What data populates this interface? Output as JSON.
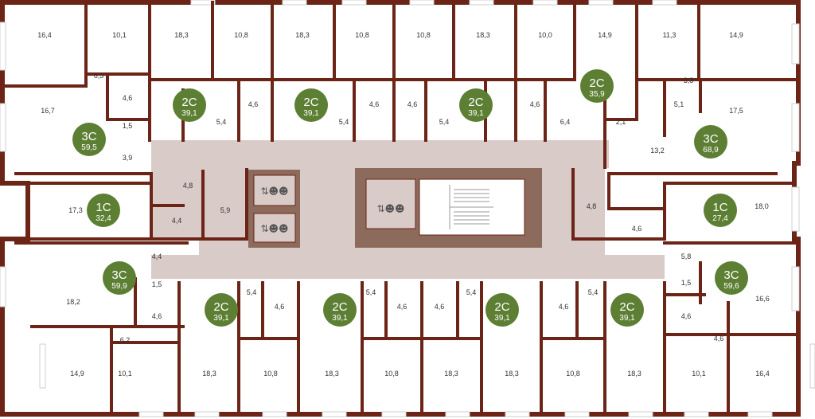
{
  "colors": {
    "wall": "#6b2416",
    "corridor": "#d9cbc8",
    "core": "#8c6a5c",
    "badge": "#5d7f34",
    "window": "#cfcfcf",
    "background": "#ffffff"
  },
  "apartments": [
    {
      "type": "3С",
      "area": "59,5"
    },
    {
      "type": "2С",
      "area": "39,1"
    },
    {
      "type": "2С",
      "area": "39,1"
    },
    {
      "type": "2С",
      "area": "39,1"
    },
    {
      "type": "2С",
      "area": "35,9"
    },
    {
      "type": "3С",
      "area": "68,9"
    },
    {
      "type": "1С",
      "area": "32,4"
    },
    {
      "type": "1С",
      "area": "27,4"
    },
    {
      "type": "3С",
      "area": "59,9"
    },
    {
      "type": "3С",
      "area": "59,6"
    },
    {
      "type": "2С",
      "area": "39,1"
    },
    {
      "type": "2С",
      "area": "39,1"
    },
    {
      "type": "2С",
      "area": "39,1"
    },
    {
      "type": "2С",
      "area": "39,1"
    }
  ],
  "rooms": [
    "16,4",
    "10,1",
    "6,3",
    "4,6",
    "16,7",
    "1,5",
    "3,9",
    "18,3",
    "10,8",
    "5,4",
    "4,6",
    "18,3",
    "10,8",
    "5,4",
    "4,6",
    "10,8",
    "18,3",
    "4,6",
    "5,4",
    "10,0",
    "14,9",
    "4,6",
    "6,4",
    "11,3",
    "14,9",
    "3,8",
    "5,1",
    "2,1",
    "17,5",
    "13,2",
    "17,3",
    "4,8",
    "4,4",
    "5,9",
    "4,8",
    "4,6",
    "18,0",
    "18,2",
    "4,4",
    "1,5",
    "4,6",
    "6,2",
    "14,9",
    "10,1",
    "5,4",
    "4,6",
    "18,3",
    "10,8",
    "5,4",
    "4,6",
    "18,3",
    "10,8",
    "4,6",
    "5,4",
    "18,3",
    "18,3",
    "4,6",
    "5,4",
    "10,8",
    "18,3",
    "5,8",
    "1,5",
    "16,6",
    "4,6",
    "4,6",
    "10,1",
    "16,4"
  ]
}
